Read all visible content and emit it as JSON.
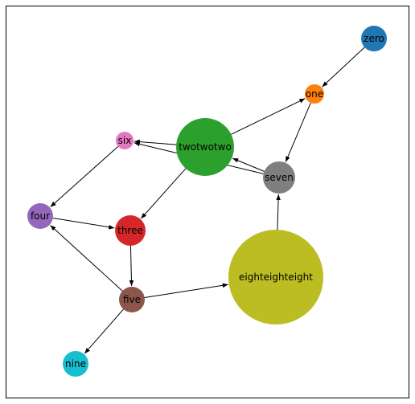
{
  "graph": {
    "type": "directed-graph",
    "nodes": [
      {
        "id": "zero",
        "label": "zero",
        "color": "#1f77b4"
      },
      {
        "id": "one",
        "label": "one",
        "color": "#ff7f0e"
      },
      {
        "id": "twotwotwo",
        "label": "twotwotwo",
        "color": "#2ca02c"
      },
      {
        "id": "three",
        "label": "three",
        "color": "#d62728"
      },
      {
        "id": "four",
        "label": "four",
        "color": "#9467bd"
      },
      {
        "id": "five",
        "label": "five",
        "color": "#8c564b"
      },
      {
        "id": "six",
        "label": "six",
        "color": "#e377c2"
      },
      {
        "id": "seven",
        "label": "seven",
        "color": "#7f7f7f"
      },
      {
        "id": "eighteighteight",
        "label": "eighteighteight",
        "color": "#bcbd22"
      },
      {
        "id": "nine",
        "label": "nine",
        "color": "#17becf"
      }
    ],
    "edges": [
      {
        "from": "zero",
        "to": "one"
      },
      {
        "from": "one",
        "to": "seven"
      },
      {
        "from": "twotwotwo",
        "to": "one"
      },
      {
        "from": "twotwotwo",
        "to": "six"
      },
      {
        "from": "twotwotwo",
        "to": "three"
      },
      {
        "from": "seven",
        "to": "twotwotwo"
      },
      {
        "from": "seven",
        "to": "six"
      },
      {
        "from": "six",
        "to": "four"
      },
      {
        "from": "four",
        "to": "three"
      },
      {
        "from": "three",
        "to": "five"
      },
      {
        "from": "five",
        "to": "four"
      },
      {
        "from": "five",
        "to": "eighteighteight"
      },
      {
        "from": "five",
        "to": "nine"
      },
      {
        "from": "eighteighteight",
        "to": "seven"
      }
    ]
  }
}
